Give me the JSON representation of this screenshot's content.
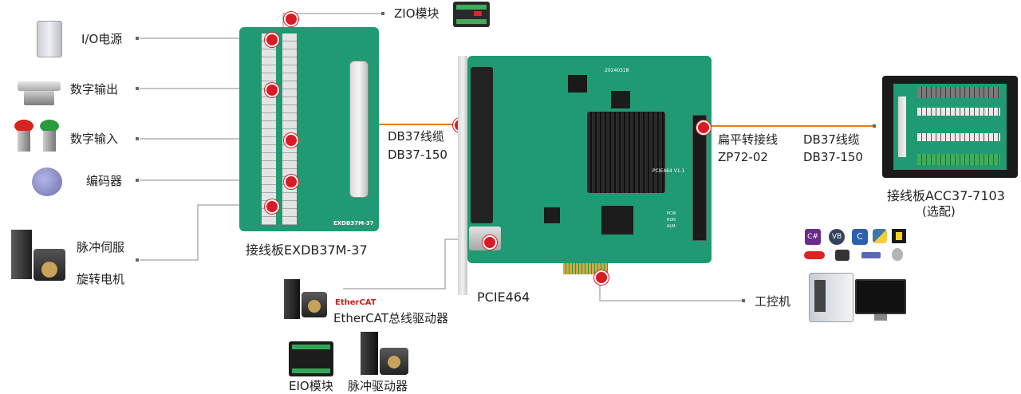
{
  "labels": {
    "io_power": "I/O电源",
    "digital_out": "数字输出",
    "digital_in": "数字输入",
    "encoder": "编码器",
    "servo_line1": "脉冲伺服",
    "servo_line2": "旋转电机",
    "zio": "ZIO模块",
    "breakout_board": "接线板EXDB37M-37",
    "breakout_silk": "EXDB37M-37",
    "cable1_line1": "DB37线缆",
    "cable1_line2": "DB37-150",
    "card_name": "PCIE464",
    "card_silk": "PCIE464 V1.1",
    "card_date": "20240318",
    "flat_cable_line1": "扁平转接线",
    "flat_cable_line2": "ZP72-02",
    "cable2_line1": "DB37线缆",
    "cable2_line2": "DB37-150",
    "acc_board_line1": "接线板ACC37-7103",
    "acc_board_line2": "(选配)",
    "ethercat_logo": "EtherCAT",
    "ethercat_logo_prefix": "Ether",
    "ethercat_driver": "EtherCAT总线驱动器",
    "eio": "EIO模块",
    "pulse_driver": "脉冲驱动器",
    "ipc": "工控机",
    "led_pcw": "PCW",
    "led_run": "RUN",
    "led_alm": "ALM",
    "software_logos": [
      "C#",
      "VB",
      "C",
      "python",
      "LabVIEW",
      "DELPHI",
      "Linux",
      ".NET",
      "Mac"
    ]
  },
  "colors": {
    "pcb_green": "#1f9a73",
    "marker_red": "#d81b24",
    "orange_cable": "#e07a1f",
    "line_gray": "#888888"
  }
}
